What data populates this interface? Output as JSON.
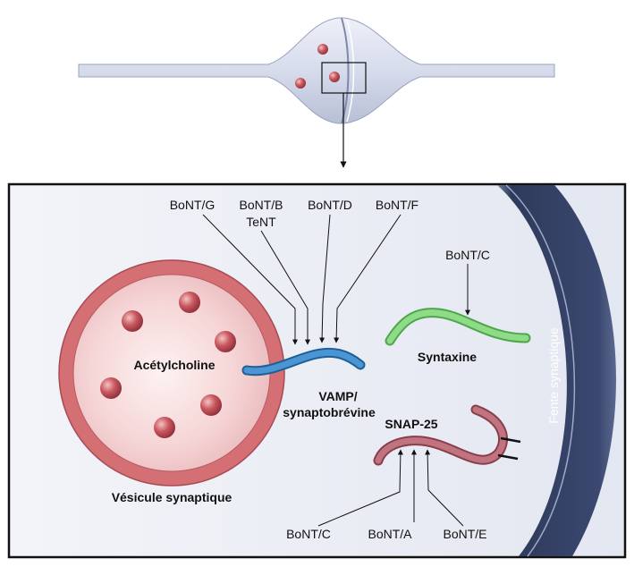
{
  "labels": {
    "bont_g": "BoNT/G",
    "bont_b": "BoNT/B",
    "tent": "TeNT",
    "bont_d": "BoNT/D",
    "bont_f": "BoNT/F",
    "bont_c_top": "BoNT/C",
    "acetylcholine": "Acétylcholine",
    "syntaxin": "Syntaxine",
    "vamp_line1": "VAMP/",
    "vamp_line2": "synaptobrévine",
    "snap25": "SNAP-25",
    "vesicle": "Vésicule synaptique",
    "cleft": "Fente synaptique",
    "bont_c_bottom": "BoNT/C",
    "bont_a": "BoNT/A",
    "bont_e": "BoNT/E"
  },
  "colors": {
    "vamp": "#3d86c4",
    "syntaxin": "#7fd07a",
    "snap25": "#b0606c",
    "membrane": "#394a6e",
    "vesicle": "#d46f74",
    "panel_bg": "#eceff6"
  }
}
